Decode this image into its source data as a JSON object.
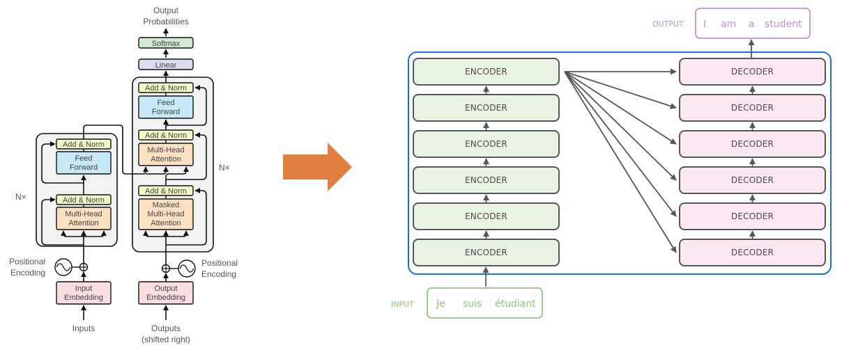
{
  "left_diagram": {
    "title_output": [
      "Output",
      "Probabilities"
    ],
    "softmax": "Softmax",
    "linear": "Linear",
    "add_norm": "Add & Norm",
    "feed_forward": [
      "Feed",
      "Forward"
    ],
    "multi_head_attention": [
      "Multi-Head",
      "Attention"
    ],
    "masked_multi_head_attention": [
      "Masked",
      "Multi-Head",
      "Attention"
    ],
    "nx": "N×",
    "positional_encoding": [
      "Positional",
      "Encoding"
    ],
    "input_embedding": [
      "Input",
      "Embedding"
    ],
    "output_embedding": [
      "Output",
      "Embedding"
    ],
    "inputs": "Inputs",
    "outputs": [
      "Outputs",
      "(shifted right)"
    ]
  },
  "right_diagram": {
    "encoder_label": "ENCODER",
    "decoder_label": "DECODER",
    "encoder_count": 6,
    "decoder_count": 6,
    "input_label": "INPUT",
    "input_tokens": [
      "Je",
      "suis",
      "étudiant"
    ],
    "output_label": "OUTPUT",
    "output_tokens": [
      "I",
      "am",
      "a",
      "student"
    ]
  },
  "colors": {
    "add_norm": "#f3f6c6",
    "feed_forward": "#c7e8f6",
    "attention": "#fbe0c2",
    "embedding": "#f9dde0",
    "softmax": "#cfe9d2",
    "linear": "#dcdcf0",
    "block_bg": "#f2f2f2",
    "transition_arrow": "#e07f3f",
    "encoder_fill": "#e8f3e2",
    "decoder_fill": "#fbe7f1",
    "box_border": "#53575c",
    "outer_frame": "#1a6cf0",
    "input_green": "#8cc97a",
    "output_purple": "#c48ee0"
  }
}
